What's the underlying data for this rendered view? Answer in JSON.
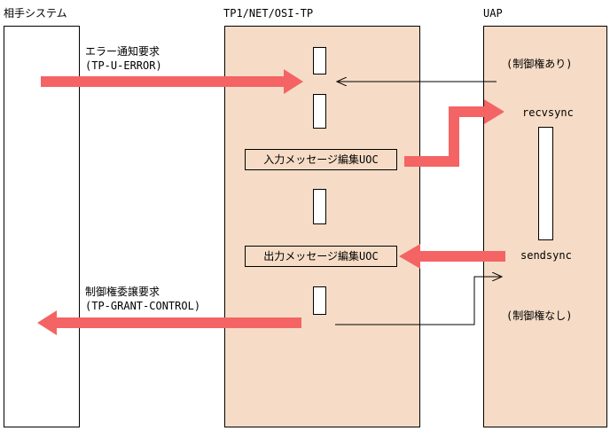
{
  "columns": {
    "partner": "相手システム",
    "tp1": "TP1/NET/OSI-TP",
    "uap": "UAP"
  },
  "messages": {
    "error_line1": "エラー通知要求",
    "error_line2": "(TP-U-ERROR)",
    "grant_line1": "制御権委譲要求",
    "grant_line2": "(TP-GRANT-CONTROL)"
  },
  "uoc": {
    "input": "入力メッセージ編集UOC",
    "output": "出力メッセージ編集UOC"
  },
  "uap": {
    "has_control": "(制御権あり)",
    "recvsync": "recvsync",
    "sendsync": "sendsync",
    "no_control": "(制御権なし)"
  },
  "colors": {
    "column_fill": "#f6dcc6",
    "arrow": "#f46464"
  }
}
